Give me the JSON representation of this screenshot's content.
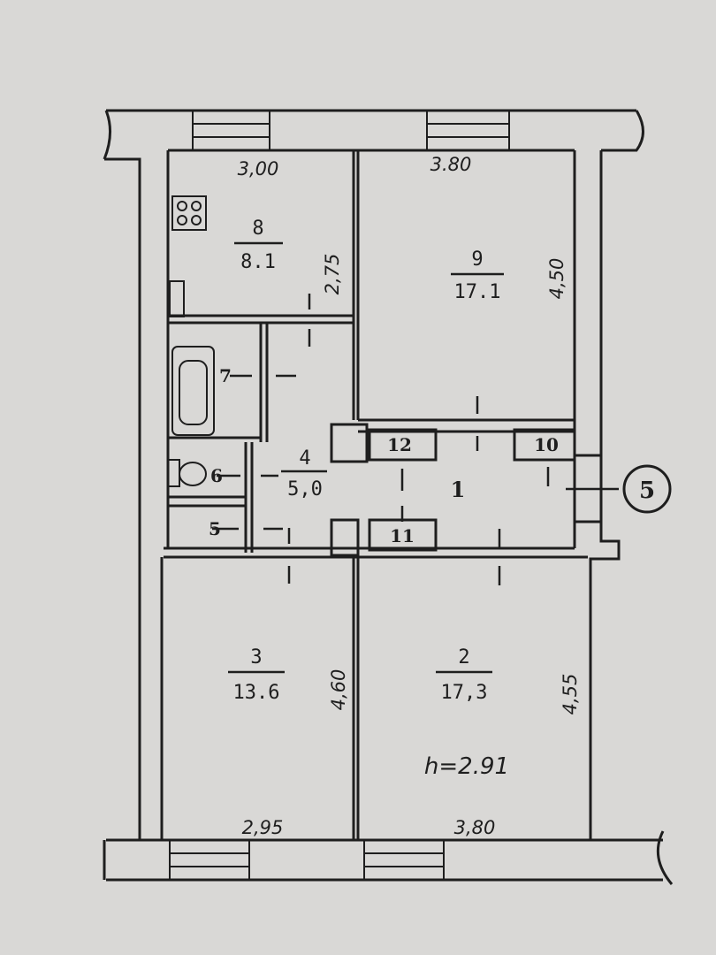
{
  "rooms": [
    {
      "id": "8",
      "area": "8.1"
    },
    {
      "id": "9",
      "area": "17.1"
    },
    {
      "id": "4",
      "area": "5,0"
    },
    {
      "id": "3",
      "area": "13.6"
    },
    {
      "id": "2",
      "area": "17,3"
    },
    {
      "id": "1"
    },
    {
      "id": "7"
    },
    {
      "id": "6"
    },
    {
      "id": "5"
    },
    {
      "id": "12"
    },
    {
      "id": "10"
    },
    {
      "id": "11"
    }
  ],
  "dimensions": {
    "kitchen_width": "3,00",
    "room9_width": "3.80",
    "kitchen_depth": "2,75",
    "room9_depth": "4,50",
    "room3_depth": "4,60",
    "room2_depth": "4,55",
    "room3_width": "2,95",
    "room2_width": "3,80"
  },
  "ceiling_height": "h=2.91",
  "callout": "5"
}
